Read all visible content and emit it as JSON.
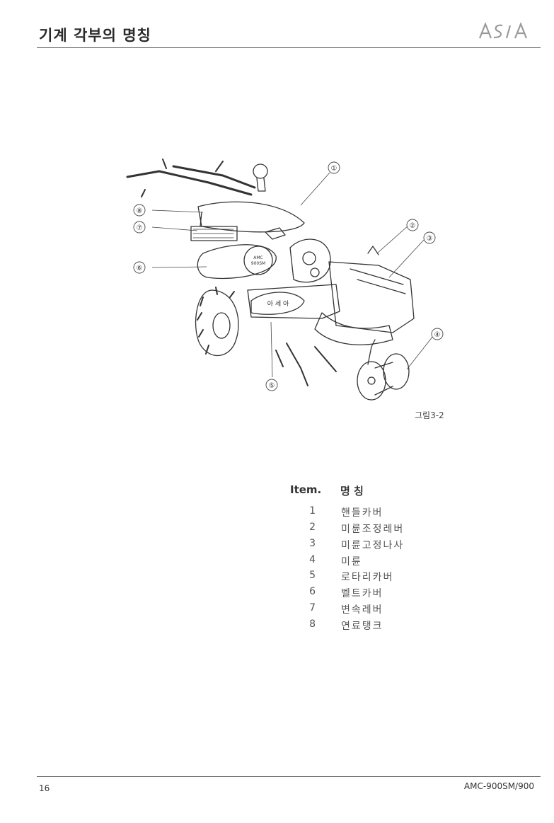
{
  "header": {
    "title": "기계 각부의 명칭",
    "logo_text": "ASIA"
  },
  "figure": {
    "callouts": [
      "①",
      "②",
      "③",
      "④",
      "⑤",
      "⑥",
      "⑦",
      "⑧"
    ],
    "labels": {
      "model_plate_line1": "AMC",
      "model_plate_line2": "900SM",
      "cover_text": "아  세  아"
    },
    "caption": "그림3-2"
  },
  "parts_table": {
    "header_item": "Item.",
    "header_name": "명 칭",
    "rows": [
      {
        "num": "1",
        "name": "핸들카버"
      },
      {
        "num": "2",
        "name": "미륜조정레버"
      },
      {
        "num": "3",
        "name": "미륜고정나사"
      },
      {
        "num": "4",
        "name": "미륜"
      },
      {
        "num": "5",
        "name": "로타리카버"
      },
      {
        "num": "6",
        "name": "벨트카버"
      },
      {
        "num": "7",
        "name": "변속레버"
      },
      {
        "num": "8",
        "name": "연료탱크"
      }
    ]
  },
  "footer": {
    "page_number": "16",
    "model": "AMC-900SM/900"
  }
}
